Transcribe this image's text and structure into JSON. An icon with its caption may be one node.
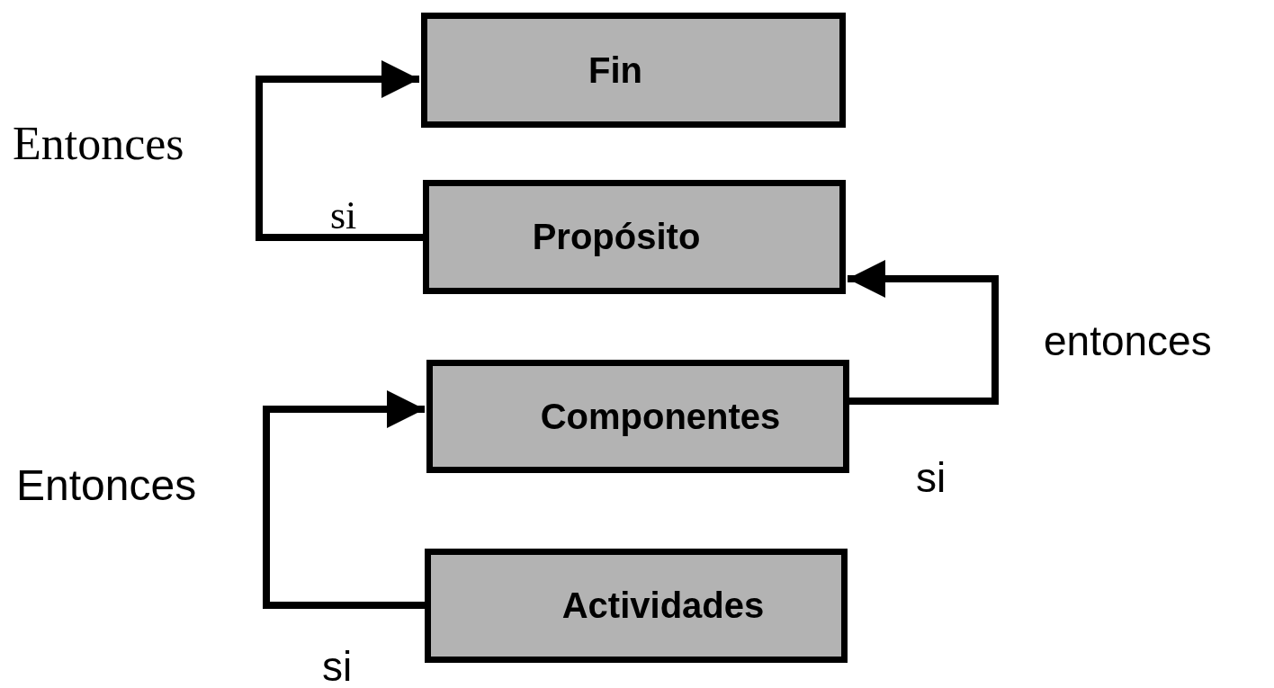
{
  "diagram": {
    "nodes": [
      {
        "text": [
          "Fin"
        ]
      },
      {
        "text": [
          "Propósito"
        ]
      },
      {
        "text": [
          "Componentes"
        ]
      },
      {
        "text": [
          "Actividades"
        ]
      }
    ],
    "edges": [
      {
        "from": 1,
        "to": 0,
        "arrow": "to"
      },
      {
        "from": 2,
        "to": 1,
        "arrow": "to"
      },
      {
        "from": 3,
        "to": 2,
        "arrow": "to"
      }
    ],
    "labels": [
      "Entonces",
      "si",
      "entonces",
      "si",
      "Entonces",
      "si"
    ]
  }
}
